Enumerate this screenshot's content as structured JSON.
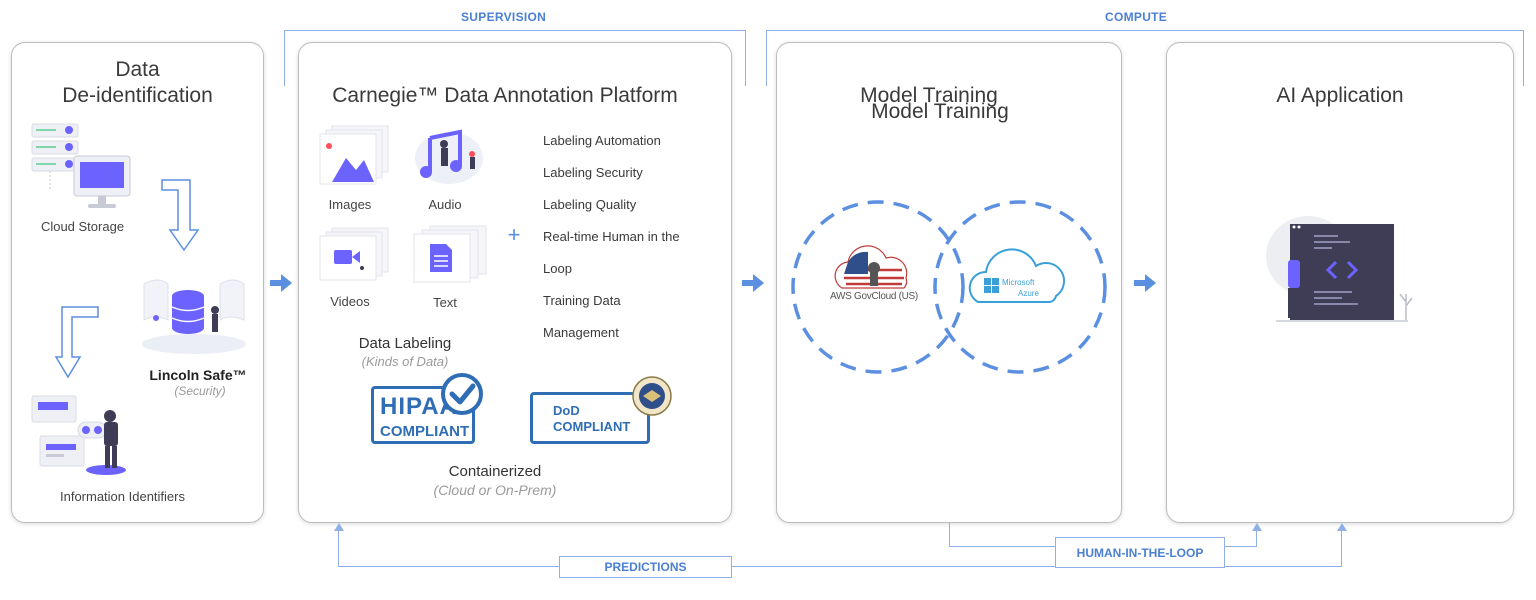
{
  "top_labels": {
    "supervision": "SUPERVISION",
    "compute": "COMPUTE"
  },
  "deid": {
    "title_line1": "Data",
    "title_line2": "De-identification",
    "cloud_storage": "Cloud Storage",
    "lincoln_safe": "Lincoln Safe™",
    "security": "(Security)",
    "info_identifiers": "Information Identifiers"
  },
  "platform": {
    "title": "Carnegie™ Data Annotation Platform",
    "kinds": [
      "Images",
      "Audio",
      "Videos",
      "Text"
    ],
    "plus": "+",
    "features": [
      "Labeling Automation",
      "Labeling Security",
      "Labeling Quality",
      "Real-time Human in the",
      "Loop",
      "Training Data",
      "Management"
    ],
    "data_labeling": "Data Labeling",
    "kinds_of_data": "(Kinds of Data)",
    "hipaa_line1": "HIPAA",
    "hipaa_line2": "COMPLIANT",
    "dod_line1": "DoD",
    "dod_line2": "COMPLIANT",
    "containerized": "Containerized",
    "cloud_or_onprem": "(Cloud or On-Prem)"
  },
  "training": {
    "title_a": "Model Training",
    "title_b": "Model Training",
    "aws": "AWS GovCloud (US)",
    "azure_line1": "Microsoft",
    "azure_line2": "Azure"
  },
  "application": {
    "title": "AI Application"
  },
  "bottom_labels": {
    "predictions": "PREDICTIONS",
    "human_in_loop": "HUMAN-IN-THE-LOOP"
  },
  "colors": {
    "accent": "#6c63ff",
    "connector": "#8fb0e6",
    "label_blue": "#4a7fd4",
    "arrow_blue": "#5b8fe0",
    "dark": "#3f3d56",
    "hipaa_blue": "#2f6db5"
  }
}
